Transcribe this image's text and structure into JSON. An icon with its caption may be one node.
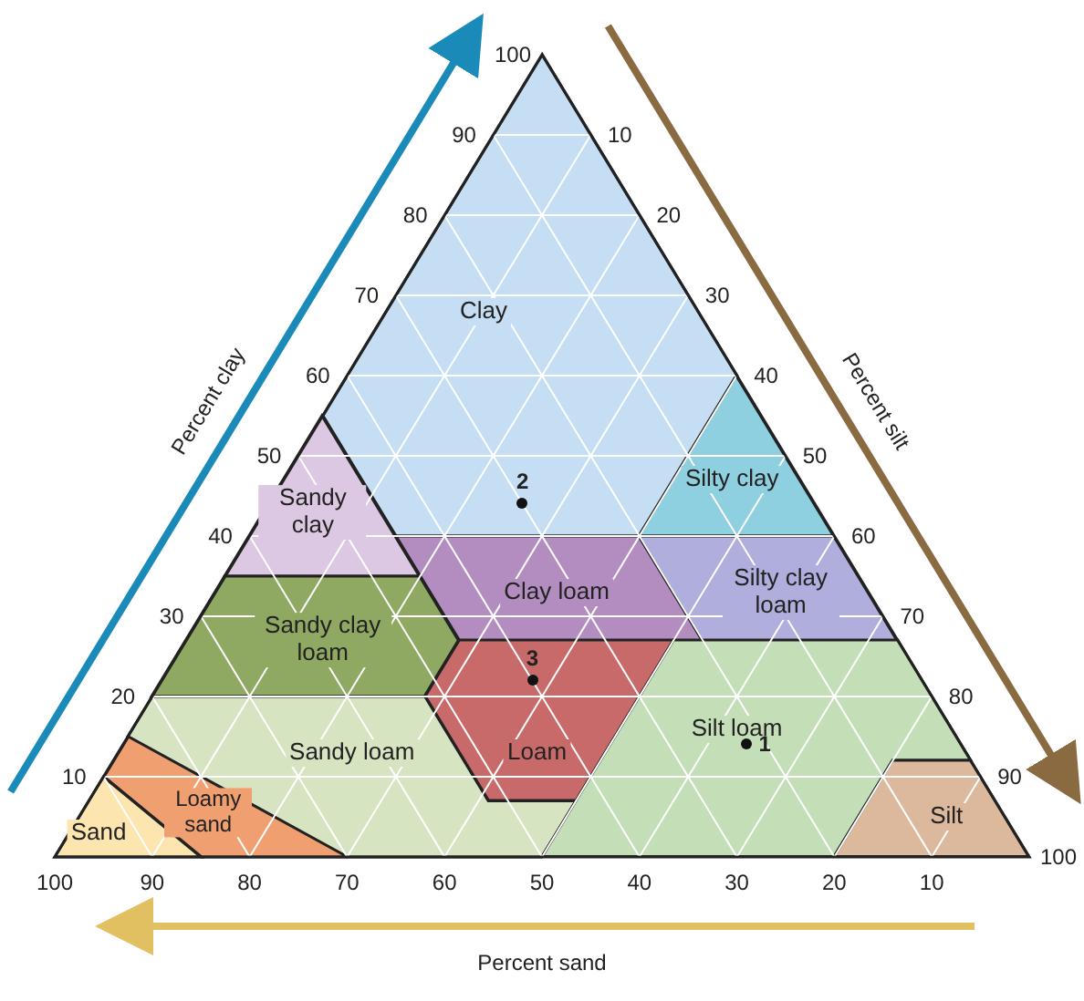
{
  "diagram": {
    "nodes": [
      {
        "text": [
          "Clay"
        ]
      },
      {
        "text": [
          "Sandy clay"
        ]
      },
      {
        "text": [
          "Silty clay"
        ]
      },
      {
        "text": [
          "Clay loam"
        ]
      },
      {
        "text": [
          "Silty clay loam"
        ]
      },
      {
        "text": [
          "Sandy clay loam"
        ]
      },
      {
        "text": [
          "Sandy loam"
        ]
      },
      {
        "text": [
          "Loam"
        ]
      },
      {
        "text": [
          "Silt loam"
        ]
      },
      {
        "text": [
          "Loamy sand"
        ]
      },
      {
        "text": [
          "Silt"
        ]
      },
      {
        "text": [
          "Sand"
        ]
      }
    ],
    "labels": [
      "100",
      "90",
      "80",
      "70",
      "60",
      "50",
      "40",
      "30",
      "20",
      "10",
      "10",
      "20",
      "30",
      "40",
      "50",
      "60",
      "70",
      "80",
      "90",
      "100",
      "100",
      "90",
      "80",
      "70",
      "60",
      "50",
      "40",
      "30",
      "20",
      "10",
      "Percent clay",
      "Percent silt",
      "Percent sand",
      "2",
      "3",
      "1"
    ]
  }
}
